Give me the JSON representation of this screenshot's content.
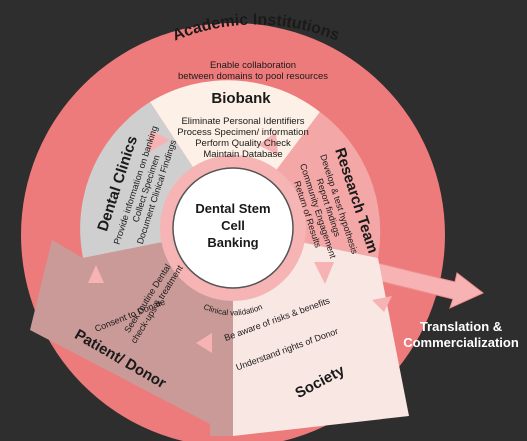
{
  "center": {
    "line1": "Dental Stem",
    "line2": "Cell",
    "line3": "Banking"
  },
  "academic": {
    "title": "Academic Institutions",
    "line1": "Enable collaboration",
    "line2": "between domains to pool resources"
  },
  "biobank": {
    "title": "Biobank",
    "items": [
      "Eliminate Personal Identifiers",
      "Process Specimen/ information",
      "Perform Quality Check",
      "Maintain Database"
    ]
  },
  "dental_clinics": {
    "title": "Dental Clinics",
    "items": [
      "Provide information on banking",
      "Collect Specimen",
      "Document Clinical Findings"
    ]
  },
  "research_team": {
    "title": "Research Team",
    "items": [
      "Develop & test hypothesis",
      "Report findings",
      "Community Engagement",
      "Return of Results"
    ]
  },
  "patient_donor": {
    "title": "Patient/ Donor",
    "items": [
      "Seek routine Dental",
      "check-ups & treatment",
      "Consent to Donate"
    ]
  },
  "society": {
    "title": "Society",
    "items": [
      "Be aware of risks & benefits",
      "Understand rights of Donor"
    ]
  },
  "clinical_validation": "Clinical validation",
  "translation": {
    "line1": "Translation &",
    "line2": "Commercialization"
  },
  "colors": {
    "background": "#2e2e2e",
    "academic_ring": "#ee7b7b",
    "biobank": "#fdf0e6",
    "dental_clinics": "#cfcfcf",
    "research_team": "#f3a7a7",
    "patient_donor": "#c99a97",
    "society": "#f8e7e2",
    "arrow": "#f7b3b3"
  }
}
